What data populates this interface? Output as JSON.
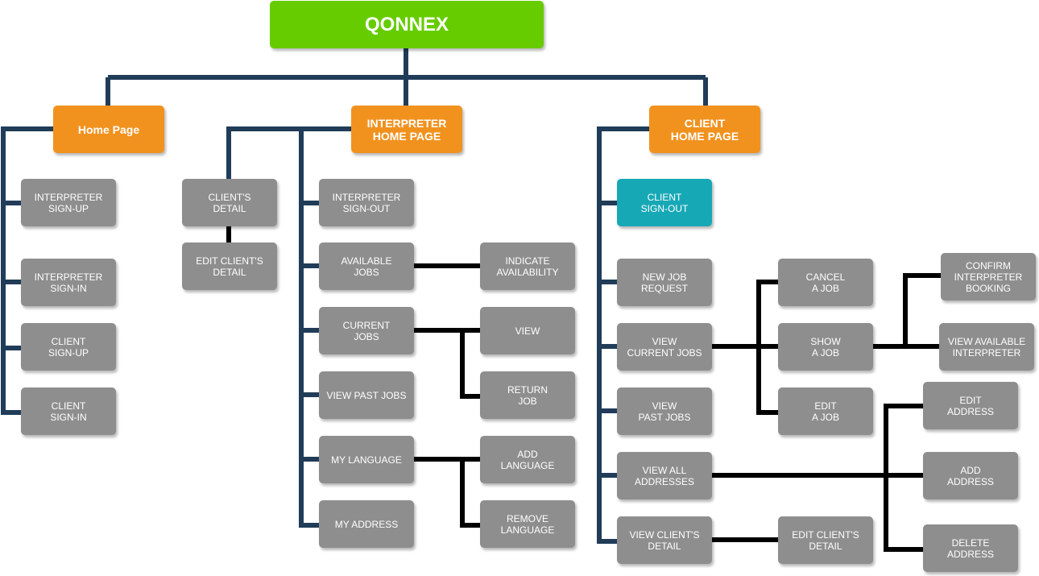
{
  "colors": {
    "root": "#66cc00",
    "section": "#f1921f",
    "node": "#8e8e8e",
    "highlight": "#17a8b6",
    "tree_line": "#203c58",
    "link_line": "#000000"
  },
  "root": {
    "label": "QONNEX"
  },
  "home": {
    "title": "Home Page",
    "items": [
      "INTERPRETER\nSIGN-UP",
      "INTERPRETER\nSIGN-IN",
      "CLIENT\nSIGN-UP",
      "CLIENT\nSIGN-IN"
    ]
  },
  "interpreter": {
    "title": "INTERPRETER\nHOME PAGE",
    "client_detail": "CLIENT'S\nDETAIL",
    "edit_client_detail": "EDIT CLIENT'S\nDETAIL",
    "items": [
      "INTERPRETER\nSIGN-OUT",
      "AVAILABLE\nJOBS",
      "CURRENT\nJOBS",
      "VIEW PAST JOBS",
      "MY LANGUAGE",
      "MY ADDRESS"
    ],
    "indicate_availability": "INDICATE\nAVAILABILITY",
    "view": "VIEW",
    "return_job": "RETURN\nJOB",
    "add_language": "ADD\nLANGUAGE",
    "remove_language": "REMOVE\nLANGUAGE"
  },
  "client": {
    "title": "CLIENT\nHOME PAGE",
    "sign_out": "CLIENT\nSIGN-OUT",
    "items": [
      "NEW JOB\nREQUEST",
      "VIEW\nCURRENT JOBS",
      "VIEW\nPAST JOBS",
      "VIEW ALL\nADDRESSES",
      "VIEW CLIENT'S\nDETAIL"
    ],
    "cancel_job": "CANCEL\nA JOB",
    "show_job": "SHOW\nA JOB",
    "edit_job": "EDIT\nA JOB",
    "confirm_booking": "CONFIRM\nINTERPRETER\nBOOKING",
    "view_available_interpreter": "VIEW AVAILABLE\nINTERPRETER",
    "edit_address": "EDIT\nADDRESS",
    "add_address": "ADD\nADDRESS",
    "delete_address": "DELETE\nADDRESS",
    "edit_client_detail": "EDIT CLIENT'S\nDETAIL"
  }
}
